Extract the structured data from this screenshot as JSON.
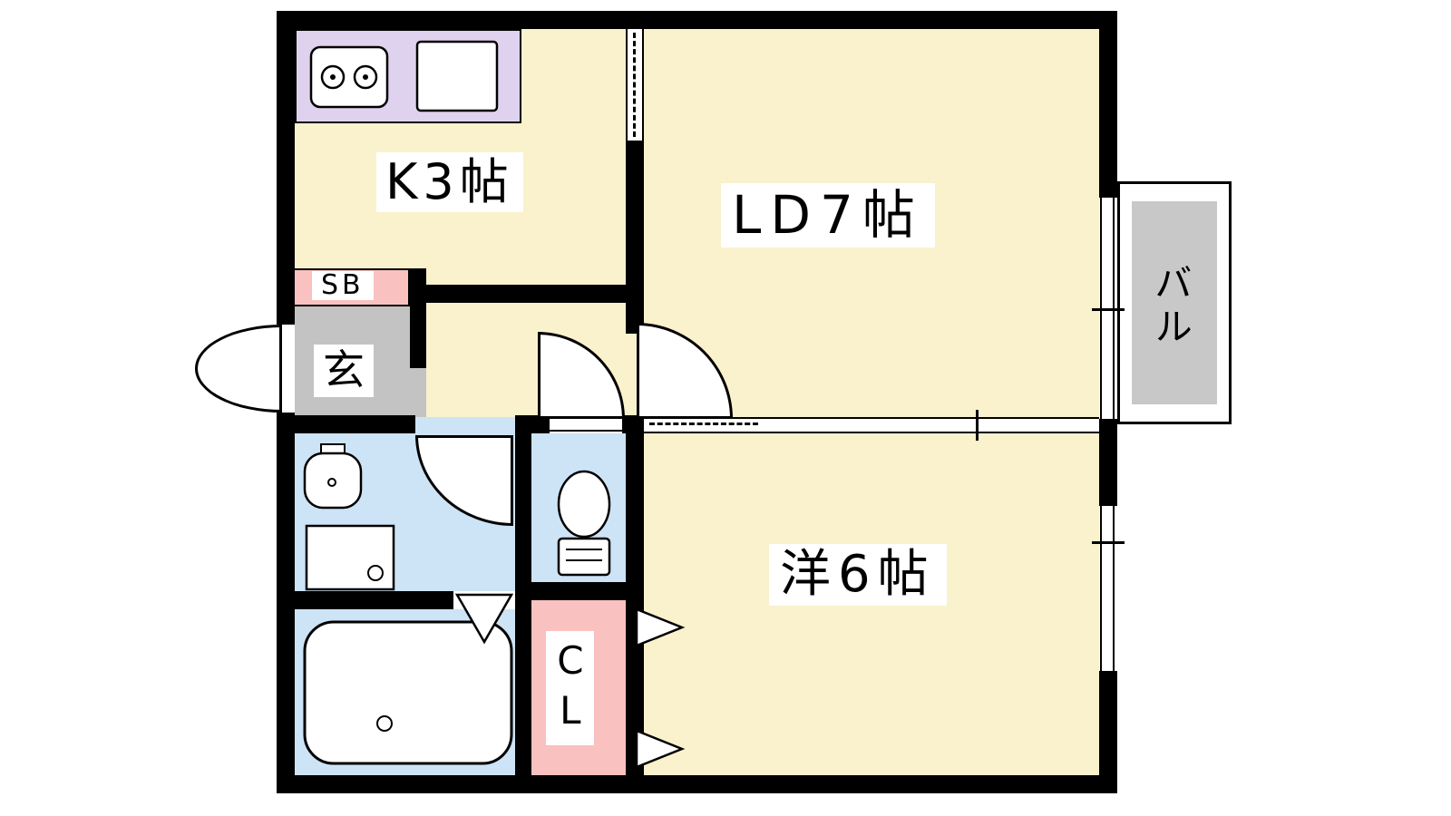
{
  "title": "apartment-floor-plan",
  "rooms": {
    "kitchen": {
      "label": "K3帖"
    },
    "living_dining": {
      "label": "LD7帖"
    },
    "western_room": {
      "label": "洋6帖"
    },
    "balcony": {
      "label": "バル"
    },
    "entrance": {
      "label": "玄"
    },
    "shoe_box": {
      "label": "SB"
    },
    "closet": {
      "label": "CL"
    }
  },
  "fixtures": [
    "stove-icon",
    "sink-icon",
    "washbasin-icon",
    "washing-machine-pan-icon",
    "toilet-icon",
    "bathtub-icon",
    "entrance-door-arc",
    "interior-door-arc",
    "washroom-door-arc",
    "bath-folding-door",
    "closet-folding-doors",
    "window-marks"
  ],
  "colors": {
    "room_cream": "#FAF1CD",
    "kitchen_counter_lavender": "#DFD2EE",
    "wet_area_blue": "#CDE3F6",
    "accent_pink": "#F9C1BF",
    "entrance_gray": "#C3C3C3",
    "balcony_gray": "#C8C8C8",
    "wall_black": "#000000",
    "background_white": "#FFFFFF"
  }
}
